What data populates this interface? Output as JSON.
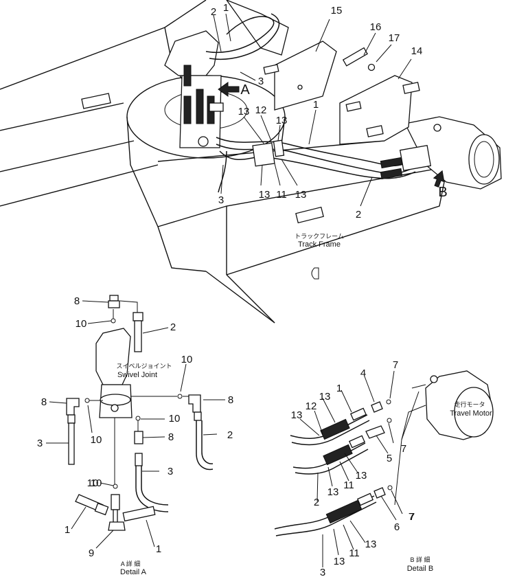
{
  "main_view": {
    "callouts": [
      "1",
      "2",
      "3",
      "A",
      "15",
      "16",
      "17",
      "14",
      "1",
      "13",
      "12",
      "13",
      "3",
      "13",
      "11",
      "13",
      "2",
      "B"
    ],
    "track_frame_jp": "トラックフレーム",
    "track_frame_en": "Track Frame"
  },
  "detail_a": {
    "callouts": [
      "8",
      "10",
      "2",
      "10",
      "8",
      "10",
      "8",
      "3",
      "10",
      "10",
      "8",
      "2",
      "3",
      "10",
      "1",
      "9",
      "1"
    ],
    "swivel_joint_jp": "スイベルジョイント",
    "swivel_joint_en": "Swivel Joint",
    "caption_jp": "A 詳 細",
    "caption_en": "Detail A"
  },
  "detail_b": {
    "callouts": [
      "7",
      "4",
      "1",
      "13",
      "12",
      "13",
      "7",
      "5",
      "7",
      "2",
      "13",
      "11",
      "13",
      "7",
      "6",
      "3",
      "13",
      "11",
      "13"
    ],
    "travel_motor_jp": "走行モータ",
    "travel_motor_en": "Travel Motor",
    "caption_jp": "B 詳 細",
    "caption_en": "Detail B"
  }
}
